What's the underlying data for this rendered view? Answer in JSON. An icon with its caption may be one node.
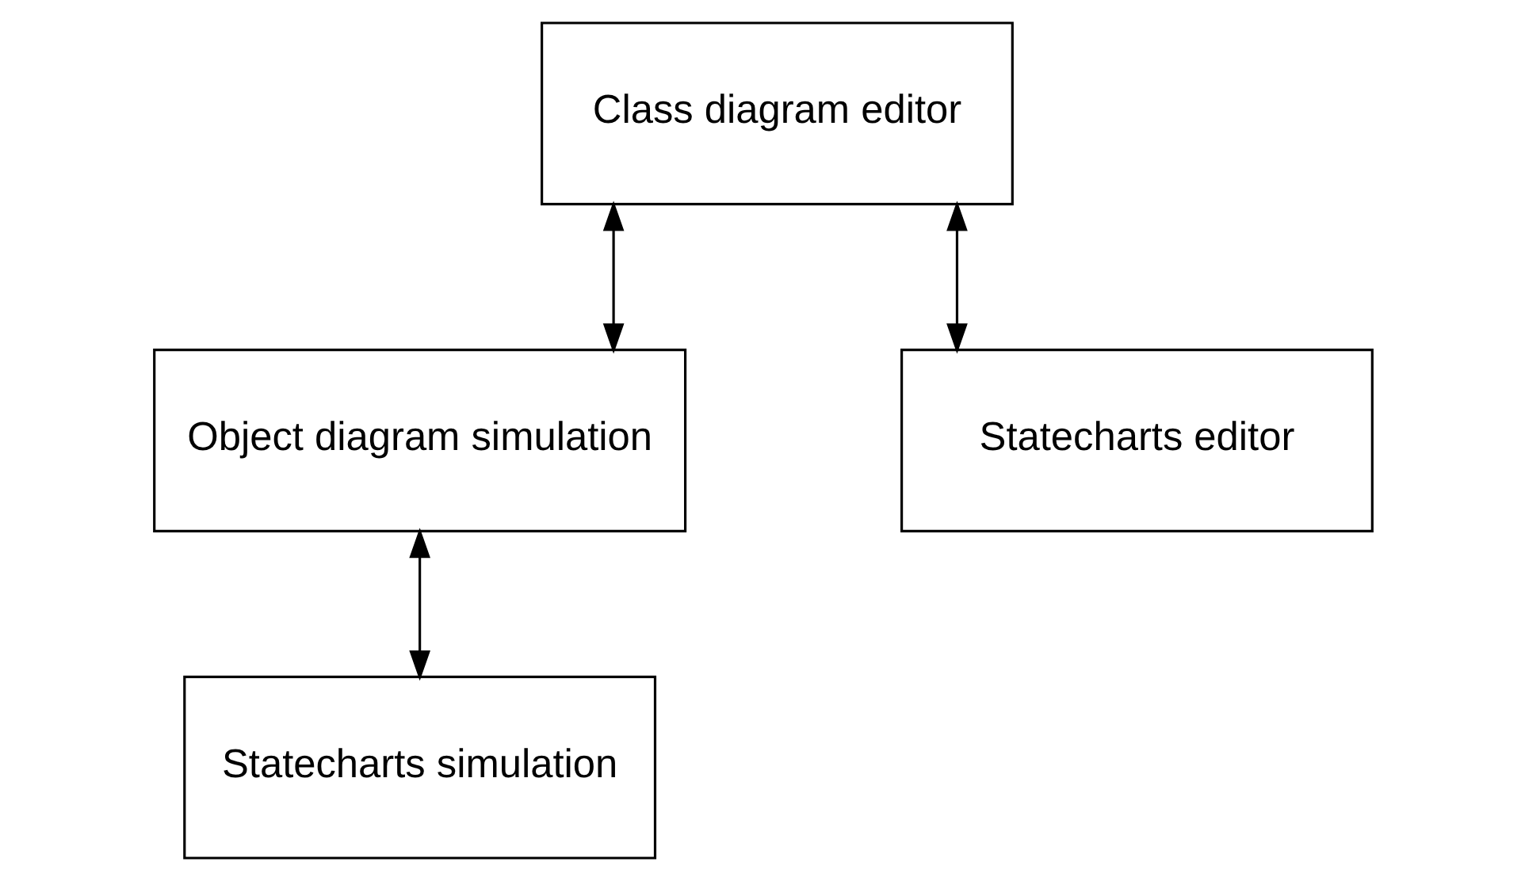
{
  "diagram": {
    "nodes": [
      {
        "text": [
          "Class diagram editor"
        ]
      },
      {
        "text": [
          "Object diagram simulation"
        ]
      },
      {
        "text": [
          "Statecharts editor"
        ]
      },
      {
        "text": [
          "Statecharts simulation"
        ]
      }
    ],
    "edges": [
      {
        "from": 0,
        "to": 1,
        "arrow": "both"
      },
      {
        "from": 0,
        "to": 2,
        "arrow": "both"
      },
      {
        "from": 1,
        "to": 3,
        "arrow": "both"
      }
    ]
  }
}
